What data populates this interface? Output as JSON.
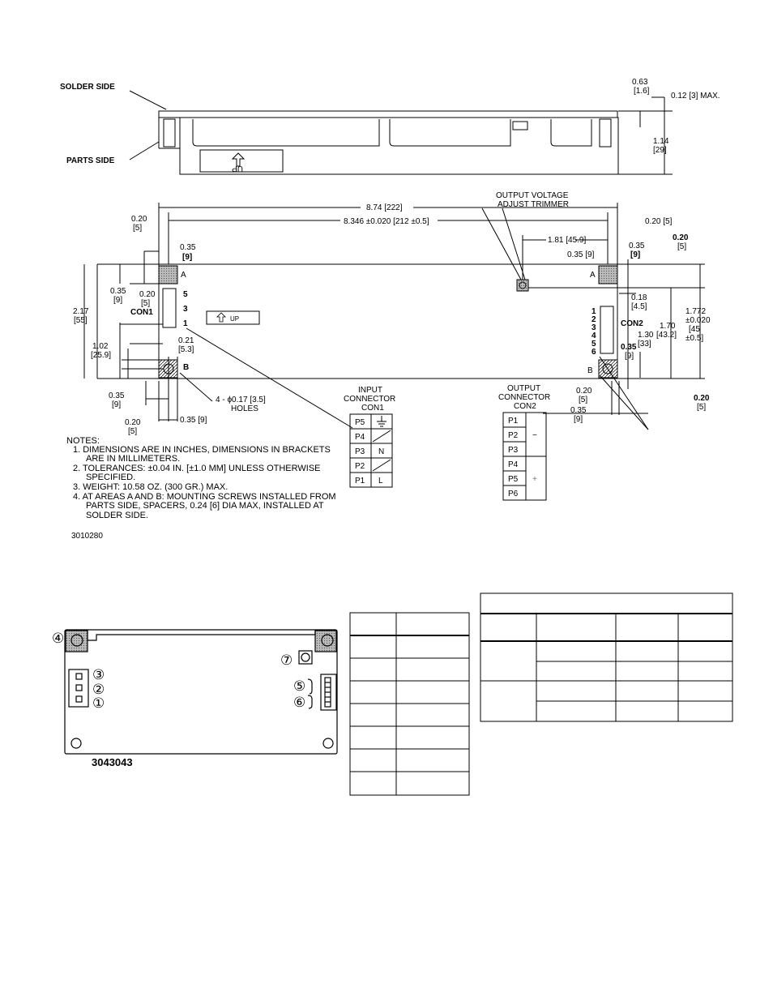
{
  "side_view": {
    "solder_side": "SOLDER SIDE",
    "parts_side": "PARTS SIDE",
    "up_label": "UP",
    "dim_063": "0.63",
    "dim_063_mm": "[1.6]",
    "dim_012": "0.12 [3] MAX.",
    "dim_114": "1.14",
    "dim_114_mm": "[29]"
  },
  "top_view": {
    "output_trimmer_line1": "OUTPUT VOLTAGE",
    "output_trimmer_line2": "ADJUST TRIMMER",
    "dim_874": "8.74 [222]",
    "dim_8346": "8.346 ±0.020 [212 ±0.5]",
    "dim_020_left": "0.20",
    "dim_020_left_mm": "[5]",
    "dim_020_right": "0.20 [5]",
    "dim_035_top": "0.35",
    "dim_035_top_mm": "[9]",
    "dim_181": "1.81 [45.9]",
    "dim_035_right_top": "0.35",
    "dim_035_right_top_mm": "[9]",
    "dim_035_9": "0.35 [9]",
    "dim_020_far_right": "0.20",
    "dim_020_far_right_mm": "[5]",
    "label_a": "A",
    "label_b": "B",
    "dim_035_left": "0.35",
    "dim_035_left_mm": "[9]",
    "dim_020_con": "0.20",
    "dim_020_con_mm": "[5]",
    "con1": "CON1",
    "con1_pins": [
      "5",
      "3",
      "1"
    ],
    "dim_217": "2.17",
    "dim_217_mm": "[55]",
    "up_label": "UP",
    "dim_102": "1.02",
    "dim_102_mm": "[25.9]",
    "dim_021": "0.21",
    "dim_021_mm": "[5.3]",
    "dim_035_bottom_left": "0.35",
    "dim_035_bottom_left_mm": "[9]",
    "dim_020_bottom_left": "0.20",
    "dim_020_bottom_left_mm": "[5]",
    "dim_035_bottom_mid": "0.35 [9]",
    "holes_line1": "4 - ϕ0.17 [3.5]",
    "holes_line2": "HOLES",
    "con2": "CON2",
    "con2_pins": [
      "1",
      "2",
      "3",
      "4",
      "5",
      "6"
    ],
    "dim_018": "0.18",
    "dim_018_mm": "[4.5]",
    "dim_170": "1.70",
    "dim_170_mm": "[43.2]",
    "dim_130": "1.30",
    "dim_130_mm": "[33]",
    "dim_1772": "1.772",
    "dim_1772_tol": "±0.020",
    "dim_1772_mm": "[45",
    "dim_1772_mm2": "±0.5]",
    "dim_035_con2": "0.35",
    "dim_035_con2_mm": "[9]",
    "dim_020_b": "0.20",
    "dim_020_b_mm": "[5]",
    "dim_035_b": "0.35",
    "dim_035_b_mm": "[9]",
    "dim_020_bottom_right": "0.20",
    "dim_020_bottom_right_mm": "[5]"
  },
  "input_connector": {
    "title_line1": "INPUT",
    "title_line2": "CONNECTOR",
    "title_line3": "CON1",
    "rows": [
      {
        "pin": "P5",
        "fn": ""
      },
      {
        "pin": "P4",
        "fn": ""
      },
      {
        "pin": "P3",
        "fn": "N"
      },
      {
        "pin": "P2",
        "fn": ""
      },
      {
        "pin": "P1",
        "fn": "L"
      }
    ]
  },
  "output_connector": {
    "title_line1": "OUTPUT",
    "title_line2": "CONNECTOR",
    "title_line3": "CON2",
    "pins": [
      "P1",
      "P2",
      "P3",
      "P4",
      "P5",
      "P6"
    ],
    "minus": "−",
    "plus": "+"
  },
  "notes": {
    "heading": "NOTES:",
    "lines": [
      "1.  DIMENSIONS ARE IN INCHES,  DIMENSIONS IN BRACKETS",
      "ARE IN MILLIMETERS.",
      "2.  TOLERANCES:  ±0.04 IN. [±1.0 MM] UNLESS OTHERWISE",
      "SPECIFIED.",
      "3.  WEIGHT: 10.58 OZ. (300 GR.) MAX.",
      "4.  AT AREAS A AND B: MOUNTING SCREWS INSTALLED FROM",
      "PARTS SIDE, SPACERS, 0.24 [6] DIA MAX, INSTALLED AT",
      "SOLDER SIDE."
    ],
    "drawing_number": "3010280"
  },
  "board": {
    "callouts": [
      "④",
      "⑦",
      "③",
      "②",
      "①",
      "⑤",
      "⑥"
    ],
    "drawing_number": "3043043"
  }
}
